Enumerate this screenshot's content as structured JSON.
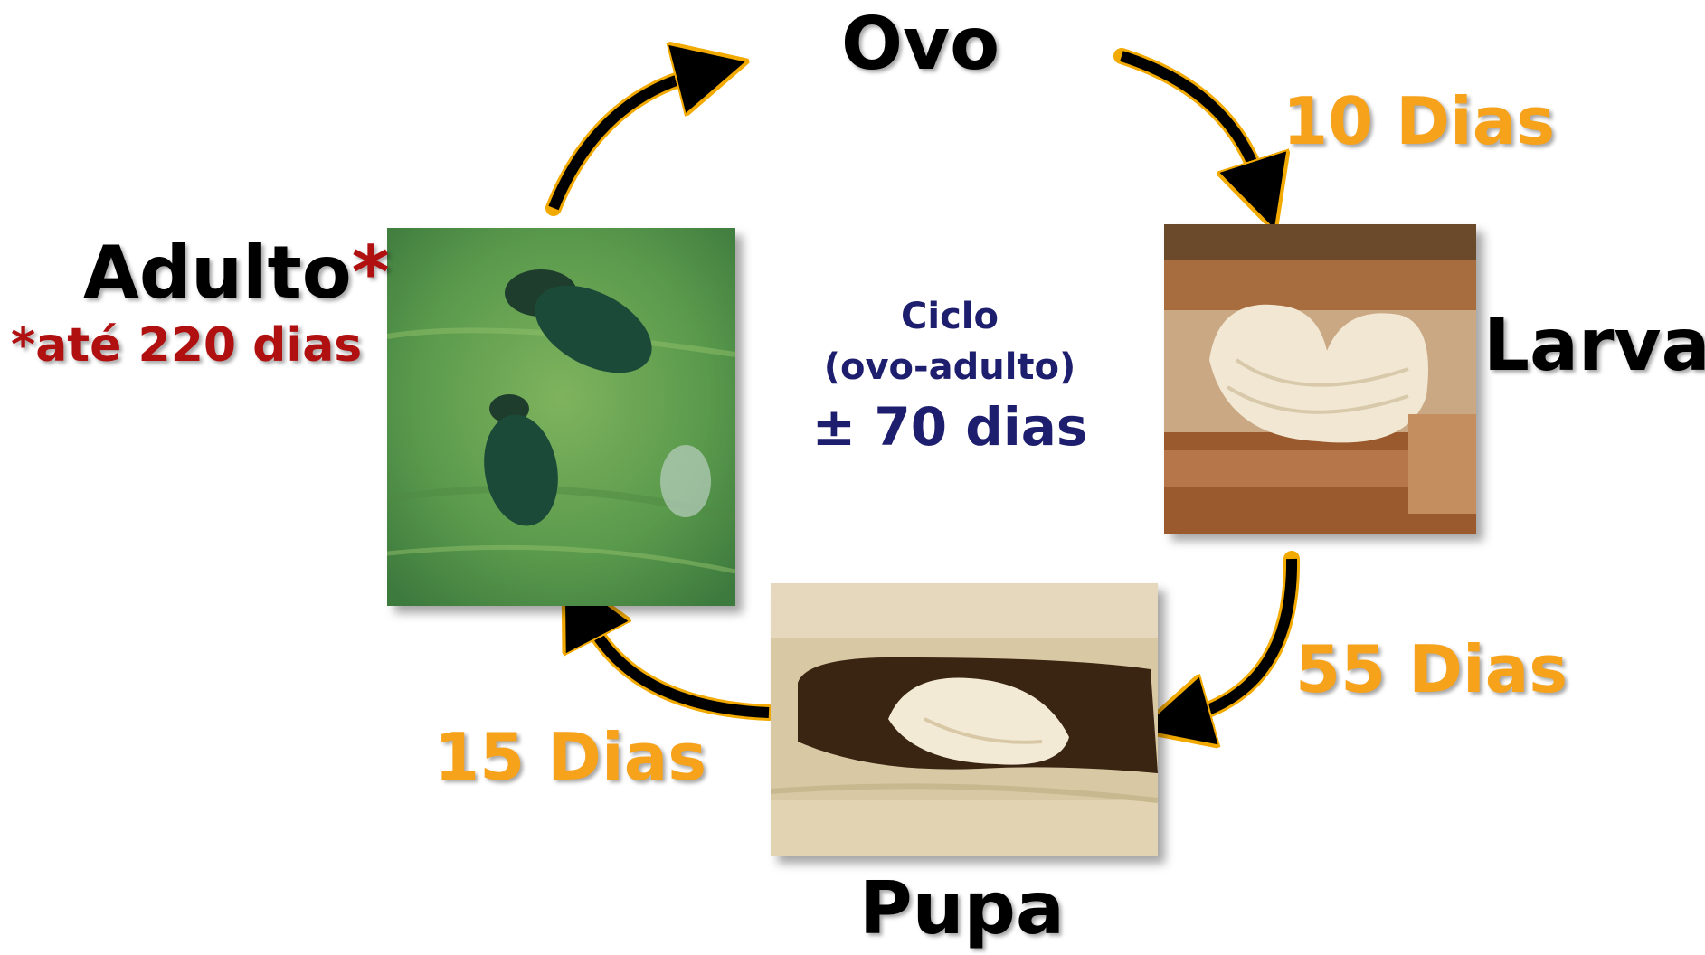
{
  "stages": {
    "egg": "Ovo",
    "larva": "Larva",
    "pupa": "Pupa",
    "adult": "Adulto",
    "adult_mark": "*"
  },
  "durations": {
    "egg_to_larva": "10 Dias",
    "larva_to_pupa": "55 Dias",
    "pupa_to_adult": "15 Dias"
  },
  "adult_note": "*até 220 dias",
  "cycle": {
    "line1": "Ciclo",
    "line2": "(ovo-adulto)",
    "line3": "± 70 dias"
  },
  "colors": {
    "days": "#f7a21b",
    "note": "#b01010",
    "cycle_text": "#1e1e6e",
    "arrow_fill": "#000000",
    "arrow_outline": "#f2a900"
  }
}
